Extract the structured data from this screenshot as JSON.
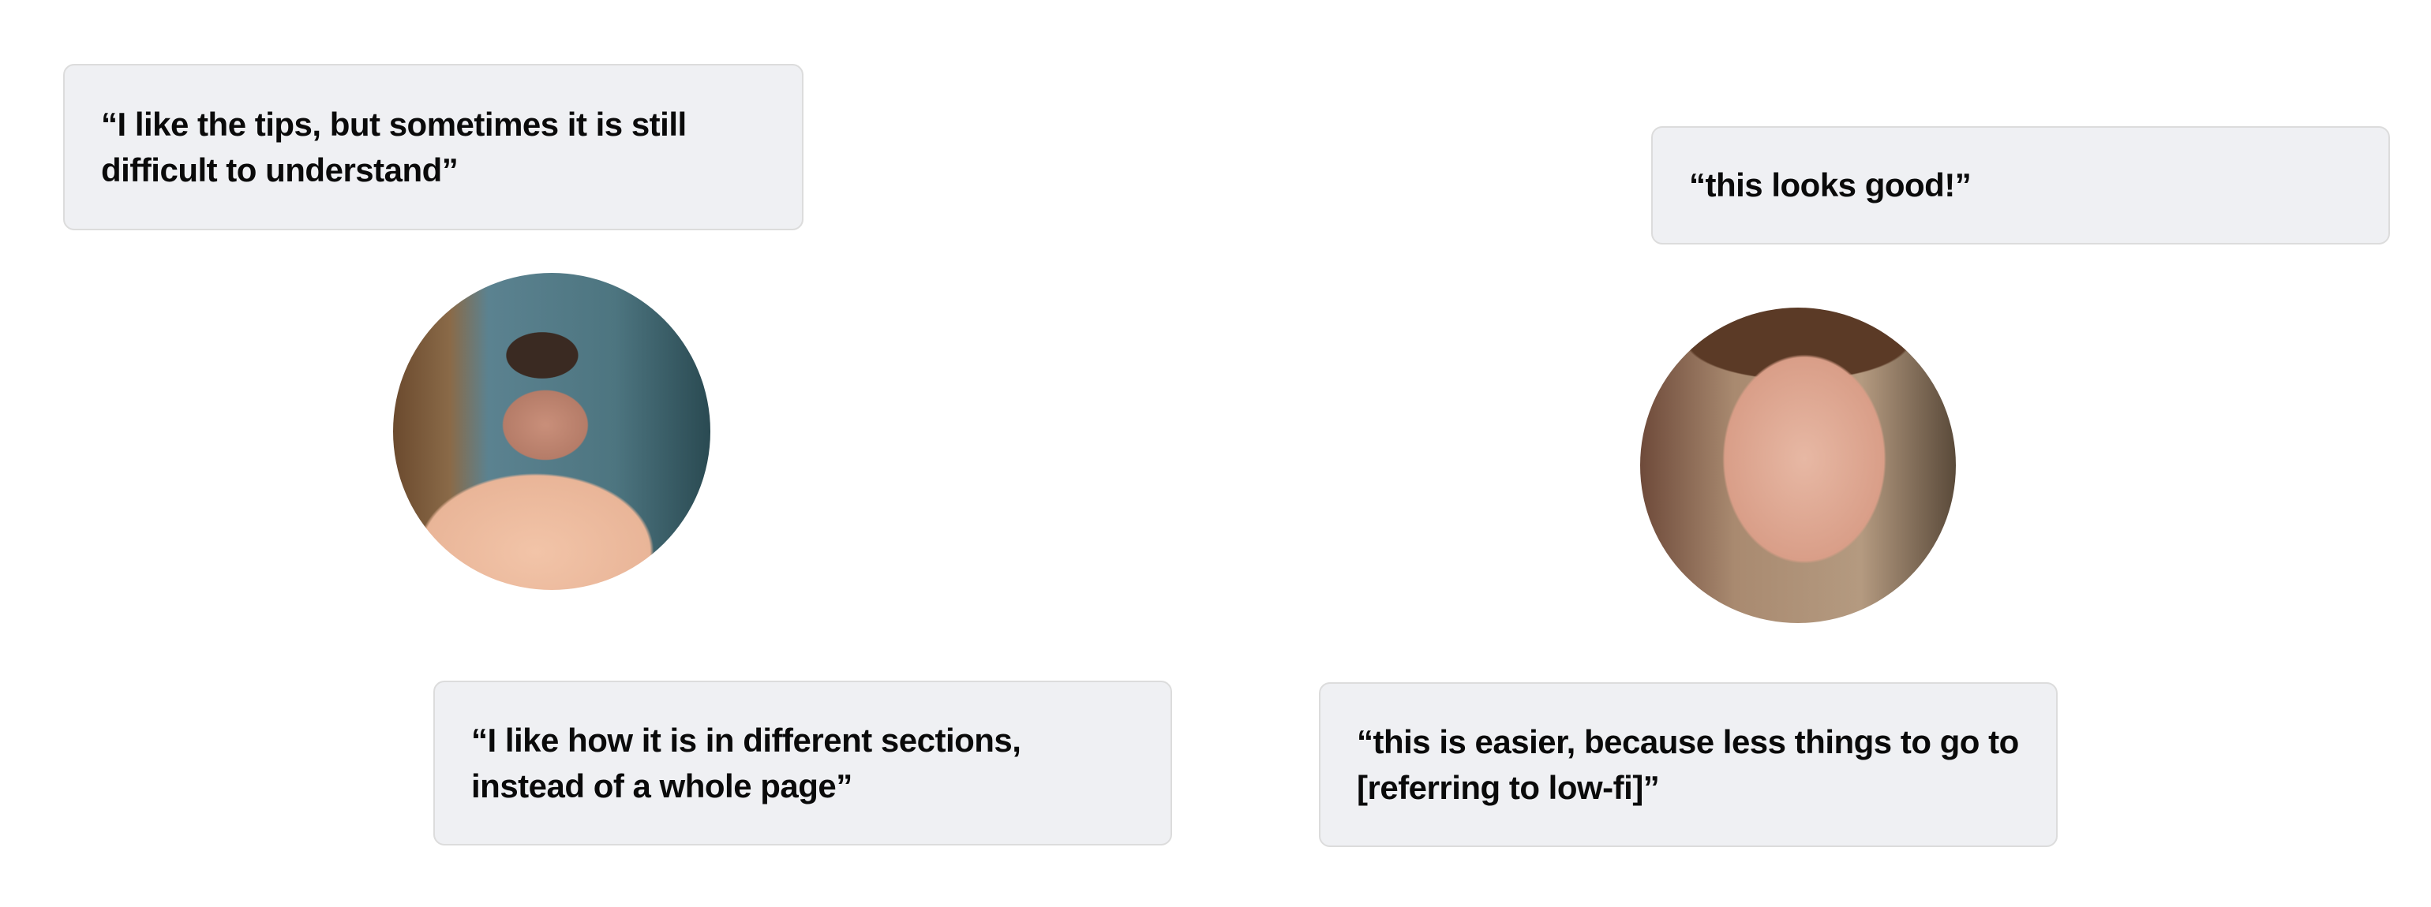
{
  "quotes": [
    {
      "text": "“I like the tips, but sometimes it is still difficult to understand”"
    },
    {
      "text": "“this looks good!”"
    },
    {
      "text": "“I like how it is in different sections, instead of a whole page”"
    },
    {
      "text": "“this is easier, because less things to go to [referring to low-fi]”"
    }
  ],
  "avatars": [
    {
      "icon": "user-photo-girl"
    },
    {
      "icon": "user-photo-boy"
    }
  ]
}
